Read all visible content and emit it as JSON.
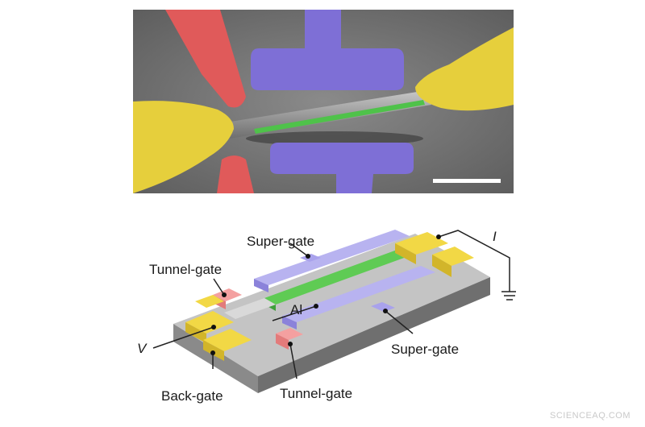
{
  "labels": {
    "super_gate_top": "Super-gate",
    "tunnel_gate_top": "Tunnel-gate",
    "al": "Al",
    "v": "V",
    "i": "I",
    "super_gate_bottom": "Super-gate",
    "back_gate": "Back-gate",
    "tunnel_gate_bottom": "Tunnel-gate"
  },
  "watermark": "SCIENCEAQ.COM",
  "colors": {
    "contact_gold": "#e6cf3c",
    "tunnel_gate_red": "#e05555",
    "super_gate_purple": "#7e6fd6",
    "al_green": "#4fc24a",
    "substrate_gray": "#7e7e7e"
  }
}
